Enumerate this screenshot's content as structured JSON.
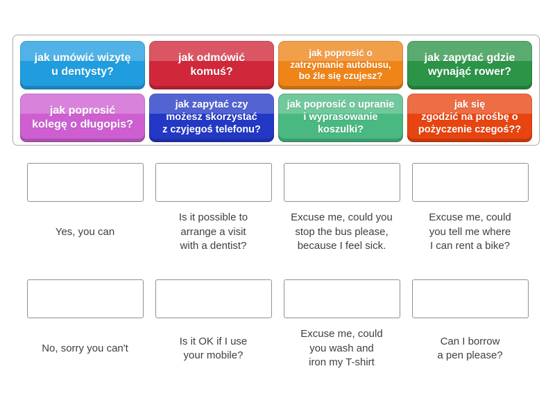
{
  "activity": {
    "type_hint": "match-up drag and drop exercise",
    "background_color": "#ffffff",
    "panel_border_color": "#ababab",
    "drop_zone_border_color": "#8f8f8f",
    "answer_text_color": "#3e3e3e"
  },
  "tiles": [
    {
      "label": "jak umówić wizytę\nu dentysty?",
      "color": "#1f9ddf"
    },
    {
      "label": "jak odmówić\nkomuś?",
      "color": "#d0273a"
    },
    {
      "label": "jak poprosić o\nzatrzymanie autobusu,\nbo źle się czujesz?",
      "color": "#ef8418"
    },
    {
      "label": "jak zapytać gdzie\nwynająć rower?",
      "color": "#2b9447"
    },
    {
      "label": "jak poprosić\nkolegę o długopis?",
      "color": "#cd5fd1"
    },
    {
      "label": "jak zapytać czy\nmożesz skorzystać\nz czyjegoś telefonu?",
      "color": "#2338c5"
    },
    {
      "label": "jak poprosić o upranie\ni wyprasowanie\nkoszulki?",
      "color": "#49b881"
    },
    {
      "label": "jak się\nzgodzić na prośbę o\npożyczenie czegoś??",
      "color": "#e8440f"
    }
  ],
  "answers": [
    {
      "text": "Yes, you can"
    },
    {
      "text": "Is it possible to\narrange a visit\nwith a dentist?"
    },
    {
      "text": "Excuse me, could you\nstop the bus please,\nbecause I feel sick."
    },
    {
      "text": "Excuse me, could\nyou tell me where\nI can rent a bike?"
    },
    {
      "text": "No, sorry you can't"
    },
    {
      "text": "Is it OK if I use\nyour mobile?"
    },
    {
      "text": "Excuse me, could\nyou wash and\niron my T-shirt"
    },
    {
      "text": "Can I borrow\na pen please?"
    }
  ]
}
